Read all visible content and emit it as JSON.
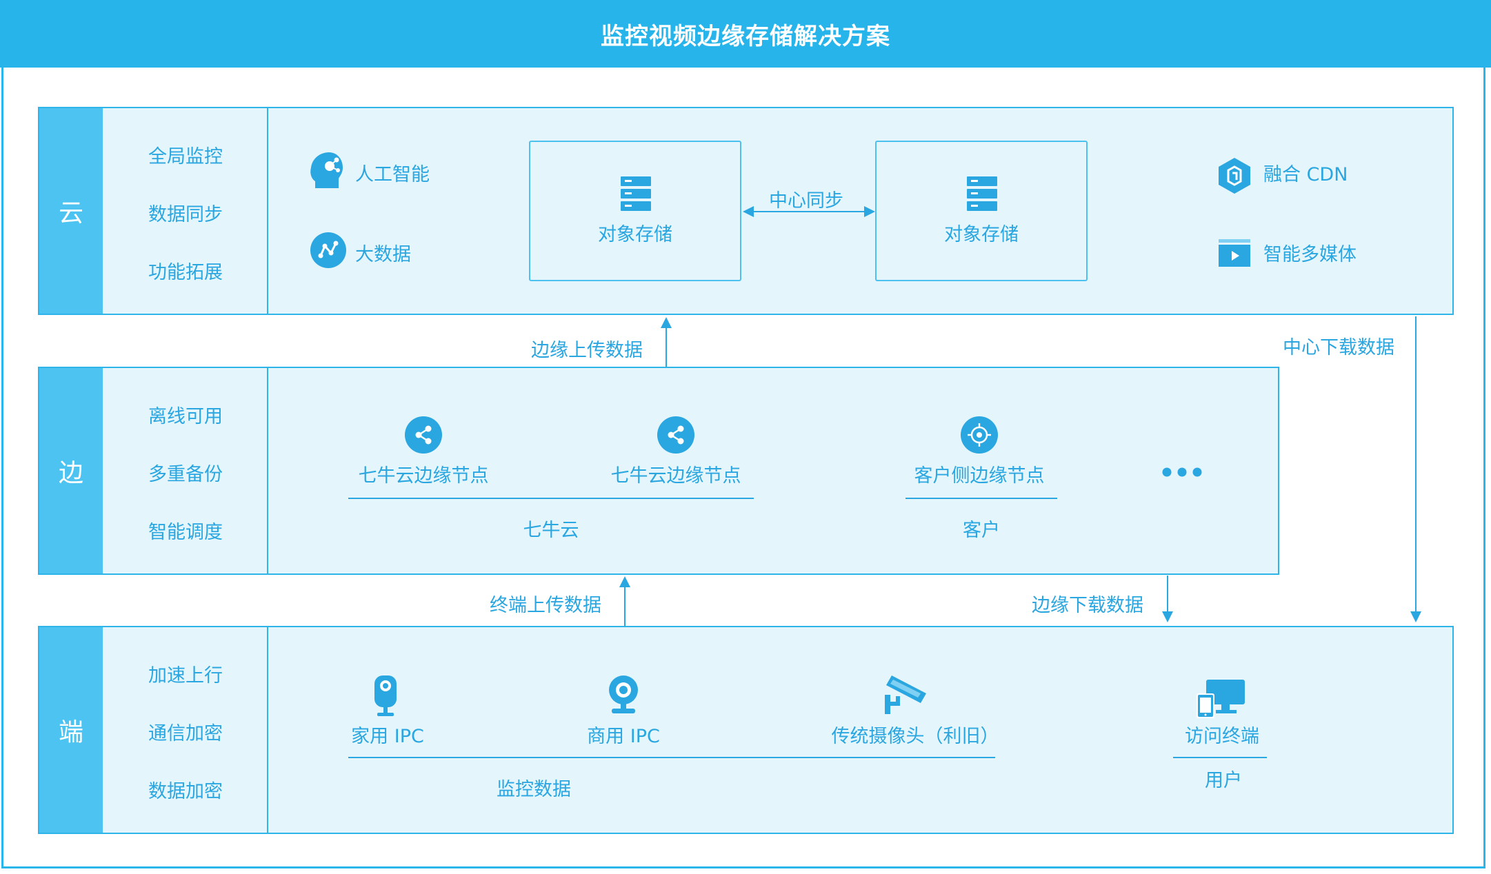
{
  "header": {
    "title": "监控视频边缘存储解决方案"
  },
  "cloud": {
    "label": "云",
    "features": [
      "全局监控",
      "数据同步",
      "功能拓展"
    ],
    "ai": "人工智能",
    "bigdata": "大数据",
    "storage_left": "对象存储",
    "storage_right": "对象存储",
    "sync": "中心同步",
    "cdn": "融合 CDN",
    "media": "智能多媒体"
  },
  "edge": {
    "label": "边",
    "features": [
      "离线可用",
      "多重备份",
      "智能调度"
    ],
    "node1": "七牛云边缘节点",
    "node2": "七牛云边缘节点",
    "node3": "客户侧边缘节点",
    "group1": "七牛云",
    "group2": "客户"
  },
  "terminal": {
    "label": "端",
    "features": [
      "加速上行",
      "通信加密",
      "数据加密"
    ],
    "home_ipc": "家用 IPC",
    "biz_ipc": "商用 IPC",
    "legacy_cam": "传统摄像头（利旧）",
    "access": "访问终端",
    "group1": "监控数据",
    "group2": "用户"
  },
  "flows": {
    "edge_upload": "边缘上传数据",
    "center_download": "中心下载数据",
    "terminal_upload": "终端上传数据",
    "edge_download": "边缘下载数据"
  },
  "colors": {
    "primary": "#27b4ea",
    "tier_label": "#4cc3f0",
    "panel": "#e4f5fc",
    "text": "#2aa6e0"
  }
}
